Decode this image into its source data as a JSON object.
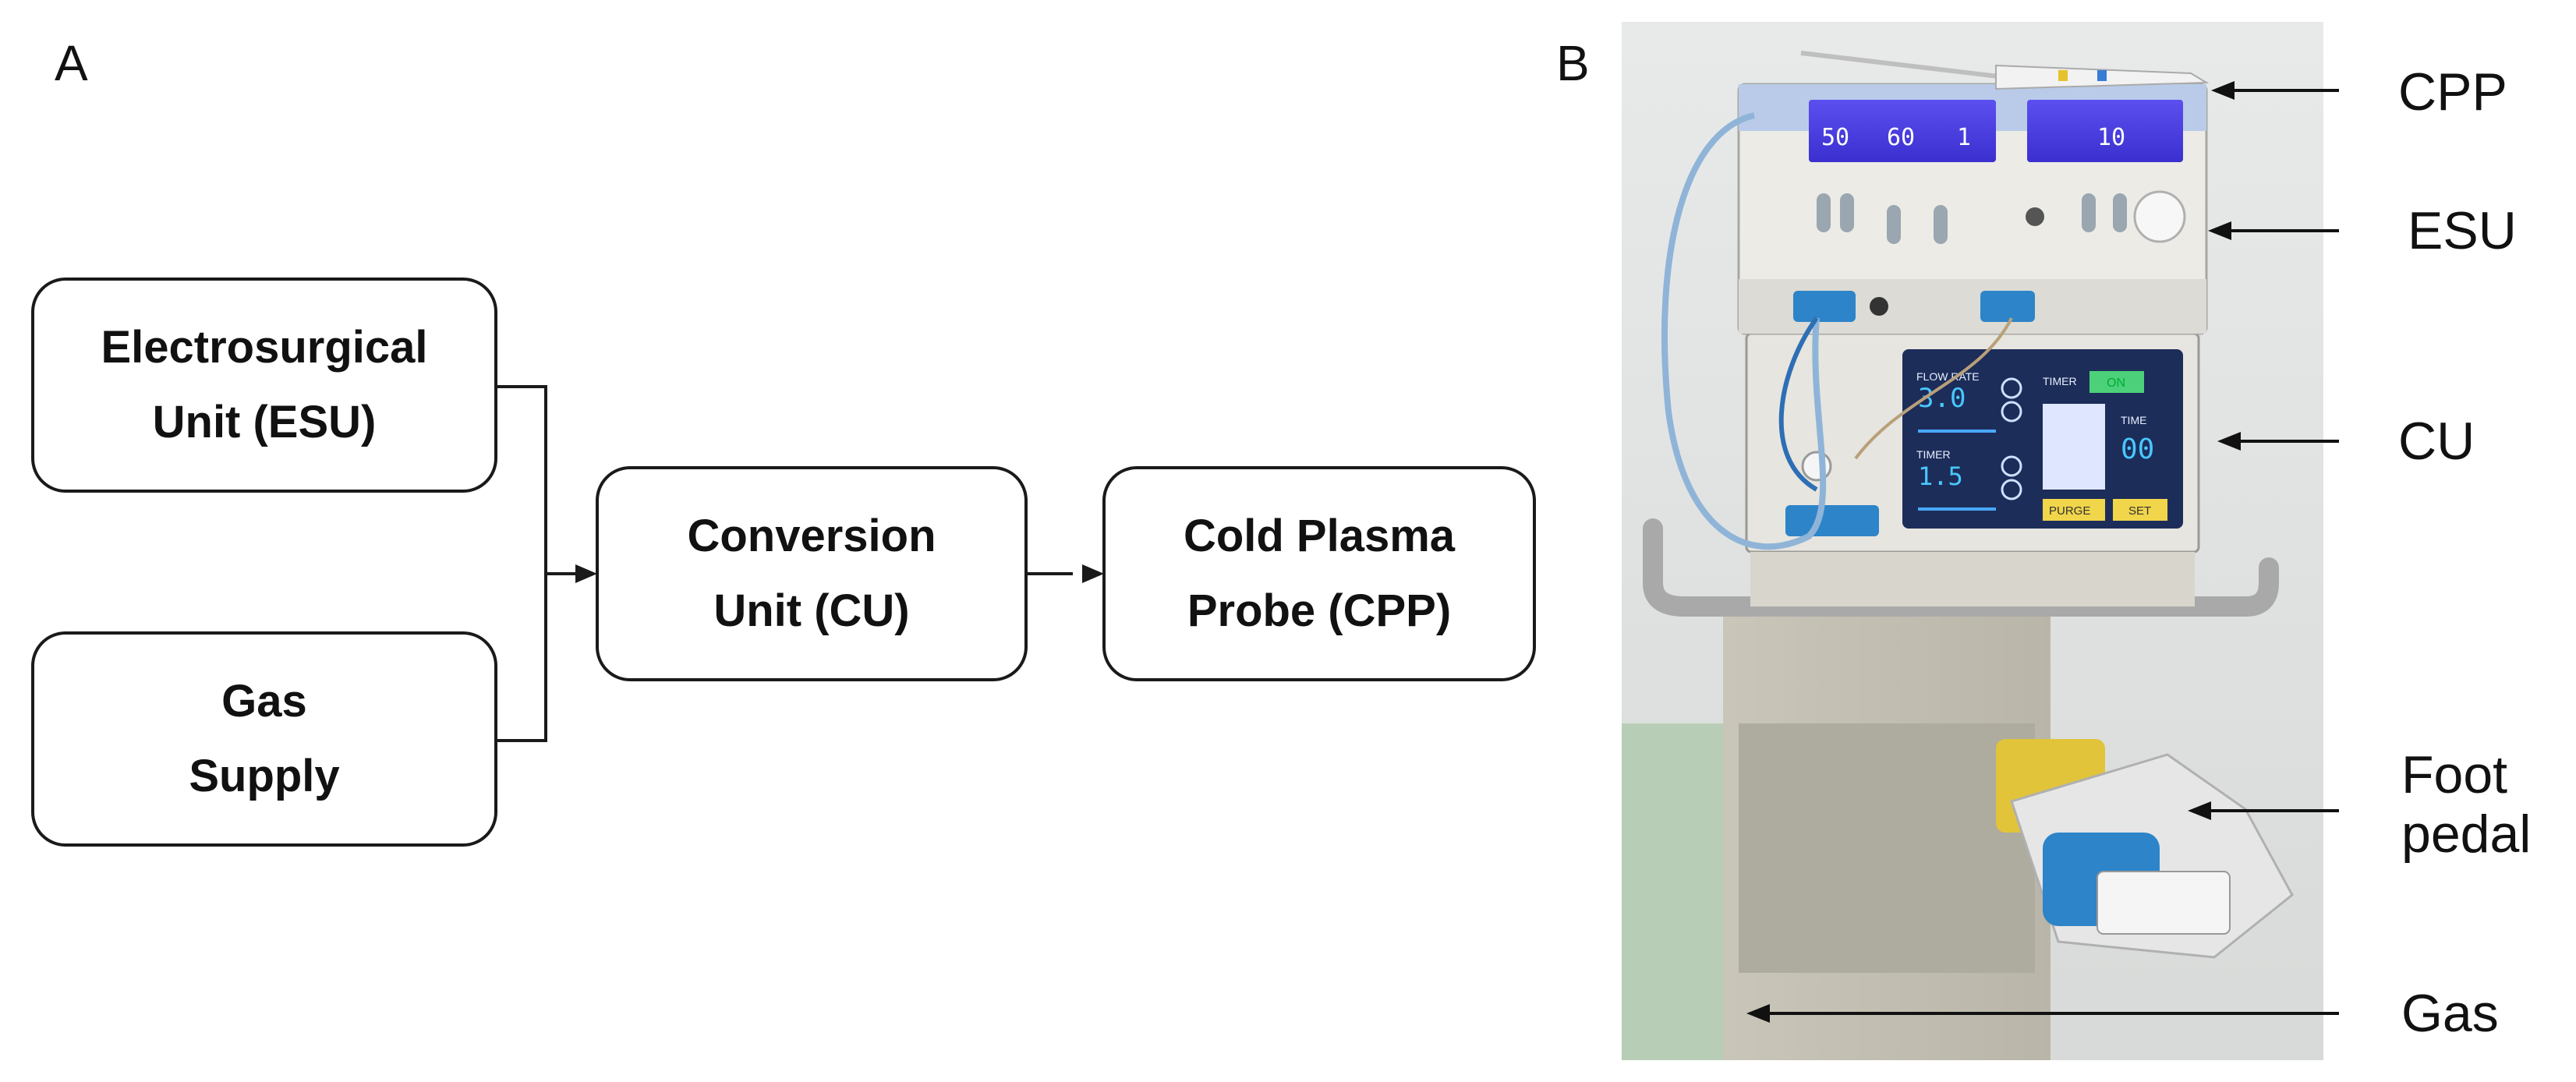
{
  "panel_a": {
    "letter": "A",
    "boxes": {
      "esu": [
        "Electrosurgical",
        "Unit (ESU)"
      ],
      "gas": [
        "Gas",
        "Supply"
      ],
      "cu": [
        "Conversion",
        "Unit (CU)"
      ],
      "cpp": [
        "Cold Plasma",
        "Probe (CPP)"
      ]
    }
  },
  "panel_b": {
    "letter": "B",
    "callouts": {
      "cpp": "CPP",
      "esu": "ESU",
      "cu": "CU",
      "foot_pedal": [
        "Foot",
        "pedal"
      ],
      "gas": "Gas"
    },
    "device": {
      "esu_display_left": [
        "50",
        "60",
        "1"
      ],
      "esu_display_right": "10",
      "cu_flow_rate_label": "FLOW RATE",
      "cu_flow_rate_value": "3.0",
      "cu_timer_label": "TIMER",
      "cu_timer_value": "1.5",
      "cu_on_label": "ON",
      "cu_timer2_label": "TIMER",
      "cu_time_label": "TIME",
      "cu_time_value": "00",
      "cu_purge_label": "PURGE",
      "cu_set_label": "SET"
    }
  }
}
